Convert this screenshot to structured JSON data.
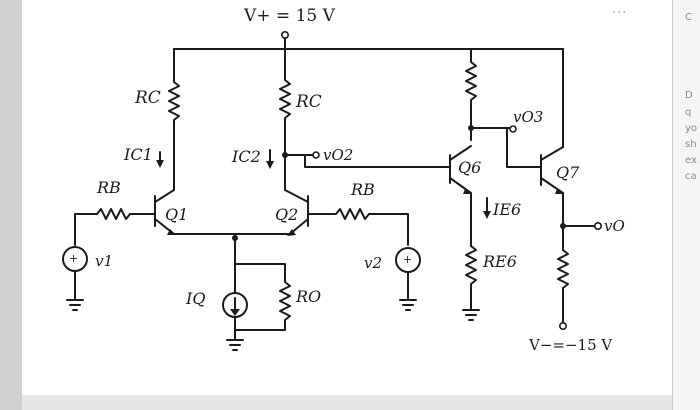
{
  "window": {
    "menu": "···"
  },
  "side_panel": {
    "fragments": [
      "C",
      "D",
      "q",
      "yo",
      "sh",
      "ex",
      "ca"
    ]
  },
  "circuit": {
    "supply_pos": "V+ = 15 V",
    "supply_neg": "V−=−15 V",
    "labels": {
      "rc_left": "RC",
      "rc_right": "RC",
      "ic1": "IC1",
      "ic2": "IC2",
      "rb_left": "RB",
      "rb_right": "RB",
      "q1": "Q1",
      "q2": "Q2",
      "q6": "Q6",
      "q7": "Q7",
      "v1": "v1",
      "v2": "v2",
      "vo2": "vO2",
      "vo3": "vO3",
      "vo": "vO",
      "iq": "IQ",
      "ro": "RO",
      "ie6": "IE6",
      "re6": "RE6"
    }
  }
}
